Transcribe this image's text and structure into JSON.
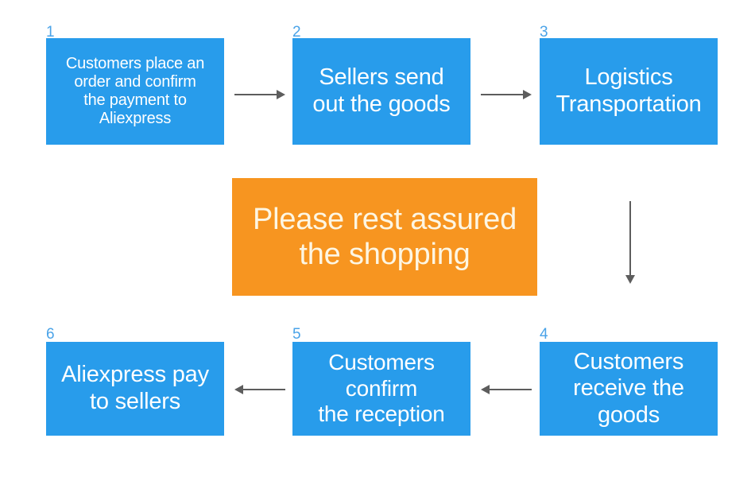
{
  "diagram": {
    "title": "AliExpress order process flowchart",
    "background_color": "#ffffff",
    "node_color": "#289ceb",
    "highlight_color": "#f79520",
    "arrow_color": "#5d5d5d",
    "number_color": "#4aa3e8",
    "steps": [
      {
        "number": "1",
        "text": "Customers place an\norder and confirm\nthe payment to\nAliexpress"
      },
      {
        "number": "2",
        "text": "Sellers send\nout the goods"
      },
      {
        "number": "3",
        "text": "Logistics\nTransportation"
      },
      {
        "number": "4",
        "text": "Customers\nreceive the\ngoods"
      },
      {
        "number": "5",
        "text": "Customers\nconfirm\nthe reception"
      },
      {
        "number": "6",
        "text": "Aliexpress pay\nto sellers"
      }
    ],
    "highlight": {
      "text": "Please rest assured\nthe shopping"
    },
    "connectors": [
      {
        "name": "arrow-step1-to-step2",
        "direction": "right"
      },
      {
        "name": "arrow-step2-to-step3",
        "direction": "right"
      },
      {
        "name": "arrow-step3-to-step4",
        "direction": "down"
      },
      {
        "name": "arrow-step4-to-step5",
        "direction": "left"
      },
      {
        "name": "arrow-step5-to-step6",
        "direction": "left"
      }
    ]
  }
}
